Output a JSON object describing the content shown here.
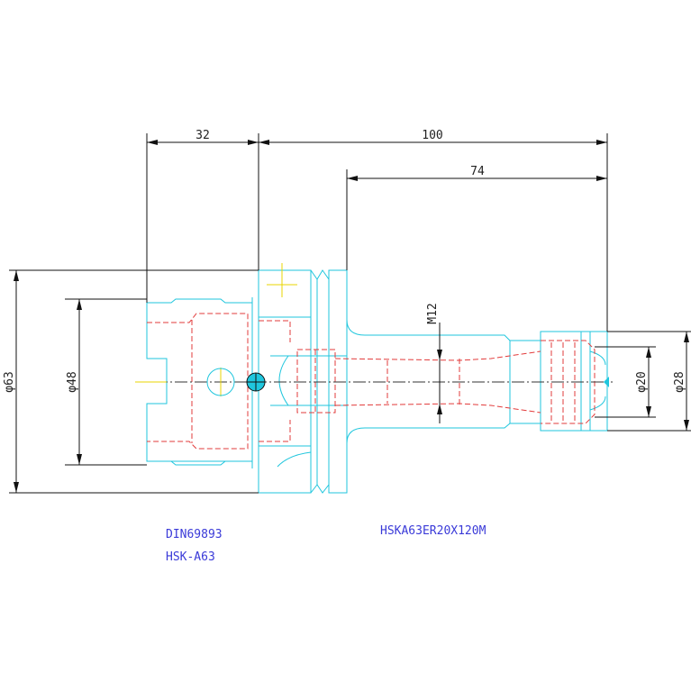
{
  "dimensions": {
    "dim_32": "32",
    "dim_100": "100",
    "dim_74": "74",
    "dim_m12": "M12",
    "dim_phi63": "φ63",
    "dim_phi48": "φ48",
    "dim_phi20": "φ20",
    "dim_phi28": "φ28"
  },
  "labels": {
    "standard": "DIN69893",
    "interface": "HSK-A63",
    "part_number": "HSKA63ER20X120M"
  },
  "colors": {
    "outline": "#1fc6dd",
    "hidden": "#e23b3b",
    "dimension": "#111111",
    "text": "#3a3ad8"
  }
}
